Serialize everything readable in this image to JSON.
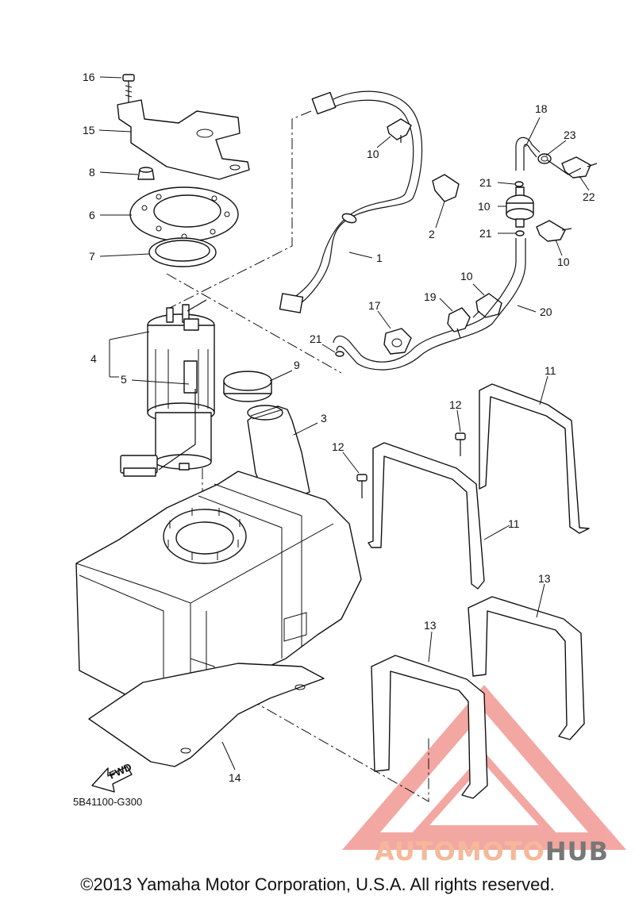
{
  "diagram_code": "5B41100-G300",
  "fwd_label": "FWD",
  "copyright": "©2013 Yamaha Motor Corporation, U.S.A. All rights reserved.",
  "watermark": {
    "part1": "AUTOMOTO",
    "part2": "HUB",
    "color1": "#f5b89a",
    "color2": "#777777",
    "triangle_color": "#f08a84"
  },
  "callouts": [
    "16",
    "15",
    "8",
    "6",
    "7",
    "4",
    "5",
    "10",
    "18",
    "23",
    "21",
    "22",
    "10",
    "2",
    "21",
    "10",
    "1",
    "10",
    "19",
    "17",
    "20",
    "21",
    "9",
    "3",
    "11",
    "12",
    "12",
    "11",
    "13",
    "13",
    "14"
  ]
}
